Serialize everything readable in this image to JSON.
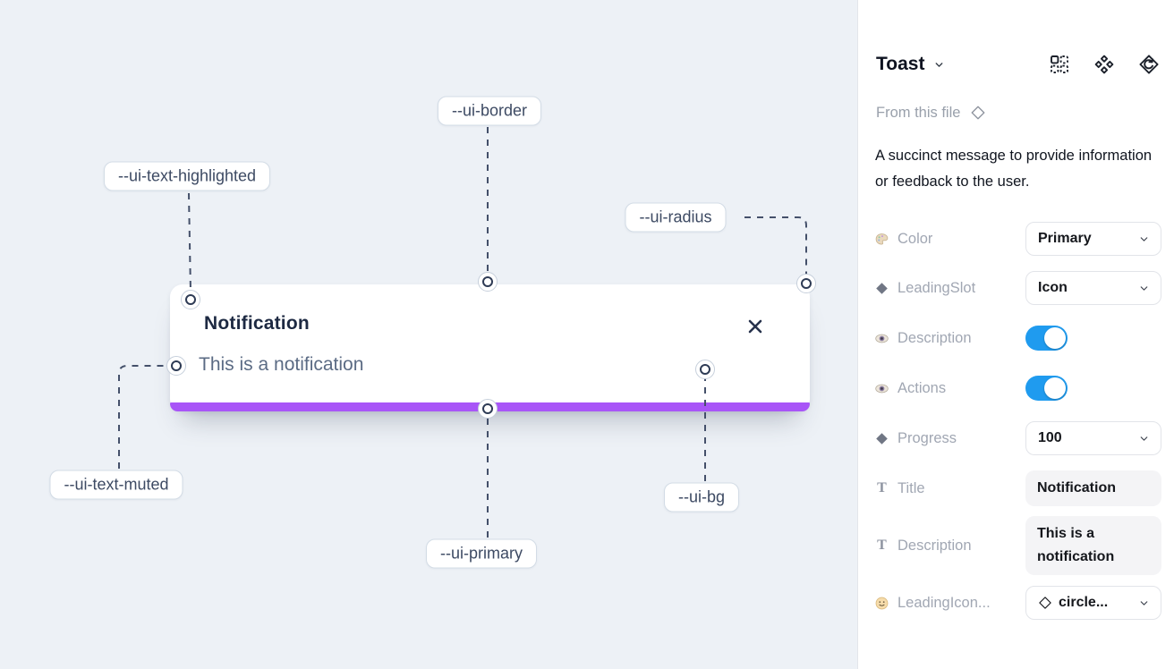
{
  "canvas": {
    "background_color": "#EDF1F6",
    "toast": {
      "title": "Notification",
      "description": "This is a notification",
      "progress_color": "#A855F7"
    },
    "annotations": [
      {
        "label": "--ui-border"
      },
      {
        "label": "--ui-text-highlighted"
      },
      {
        "label": "--ui-radius"
      },
      {
        "label": "--ui-text-muted"
      },
      {
        "label": "--ui-primary"
      },
      {
        "label": "--ui-bg"
      }
    ]
  },
  "panel": {
    "title": "Toast",
    "header_icons": [
      "grid-dashed",
      "diamonds",
      "revert"
    ],
    "source": "From this file",
    "description": "A succinct message to provide information or feedback to the user.",
    "rows": {
      "color": {
        "label": "Color",
        "value": "Primary"
      },
      "leading_slot": {
        "label": "LeadingSlot",
        "value": "Icon"
      },
      "description_visible": {
        "label": "Description",
        "value": "on"
      },
      "actions_visible": {
        "label": "Actions",
        "value": "on"
      },
      "progress": {
        "label": "Progress",
        "value": "100"
      },
      "title": {
        "label": "Title",
        "value": "Notification"
      },
      "description_text": {
        "label": "Description",
        "value": "This is a notification"
      },
      "leading_icon": {
        "label": "LeadingIcon...",
        "value": "circle..."
      }
    },
    "colors": {
      "toggle_on": "#1F9BEF"
    }
  }
}
